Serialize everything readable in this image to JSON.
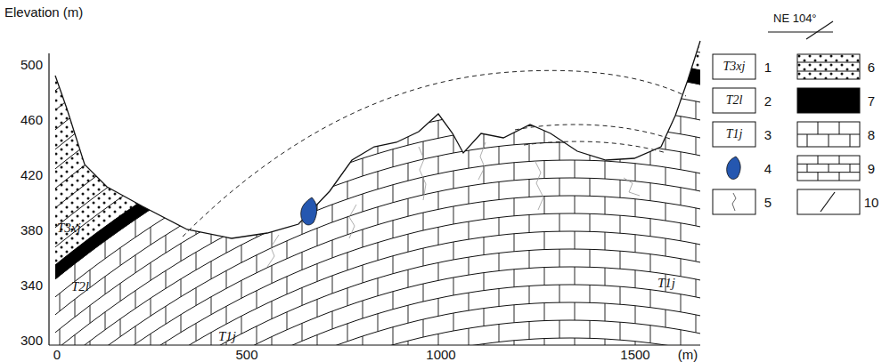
{
  "diagram": {
    "labels": [
      "Elevation (m)",
      "500",
      "460",
      "420",
      "380",
      "340",
      "300",
      "0",
      "500",
      "1000",
      "1500",
      "(m)",
      "NE 104°",
      "T3xj",
      "T2l",
      "T1j",
      "T1j",
      "T3xj",
      "T2l",
      "T1j"
    ],
    "legend": [
      {
        "text": "1"
      },
      {
        "text": "2"
      },
      {
        "text": "3"
      },
      {
        "text": "4",
        "color": "#2557b0"
      },
      {
        "text": "5"
      },
      {
        "text": "6"
      },
      {
        "text": "7",
        "color": "#000000"
      },
      {
        "text": "8"
      },
      {
        "text": "9"
      },
      {
        "text": "10"
      }
    ]
  }
}
